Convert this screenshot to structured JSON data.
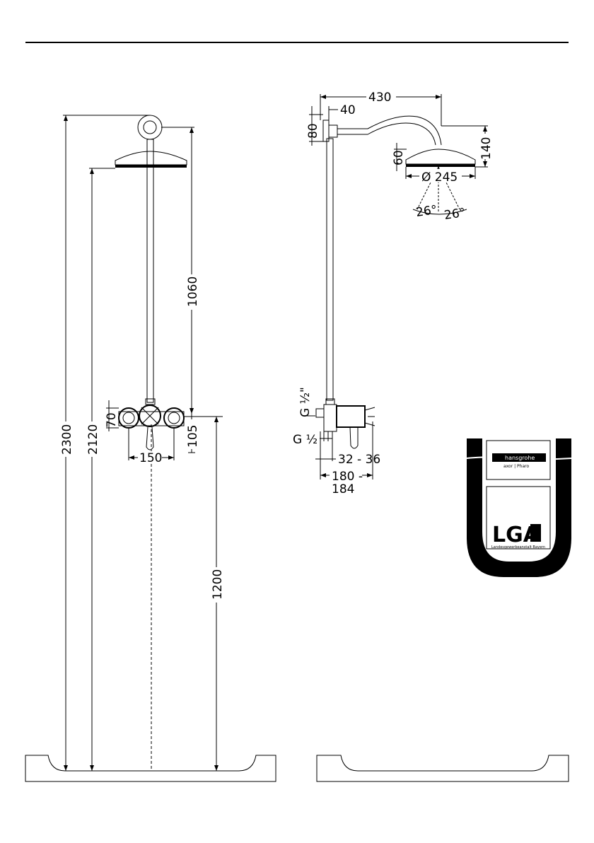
{
  "front_view": {
    "dims": {
      "total_height": "2300",
      "head_height": "2120",
      "arm_to_mixer": "1060",
      "mixer_height": "1200",
      "inlet_spacing": "150",
      "mixer_body": "70",
      "mixer_offset": "105"
    }
  },
  "side_view": {
    "dims": {
      "arm_projection": "430",
      "arm_offset": "40",
      "flange": "80",
      "head_thickness": "60",
      "arm_rise": "140",
      "head_diameter": "Ø 245",
      "spray_angle_left": "26°",
      "spray_angle_right": "26°",
      "thread_top": "G ½\"",
      "thread_side": "G ½",
      "depth_range": "32 - 36",
      "projection_range_1": "180 -",
      "projection_range_2": "184"
    }
  },
  "certification": {
    "brand": "hansgrohe",
    "sub_brands": "axor | Pharo",
    "mark": "LGA",
    "authority": "Landesgewerbeanstalt Bayern"
  }
}
